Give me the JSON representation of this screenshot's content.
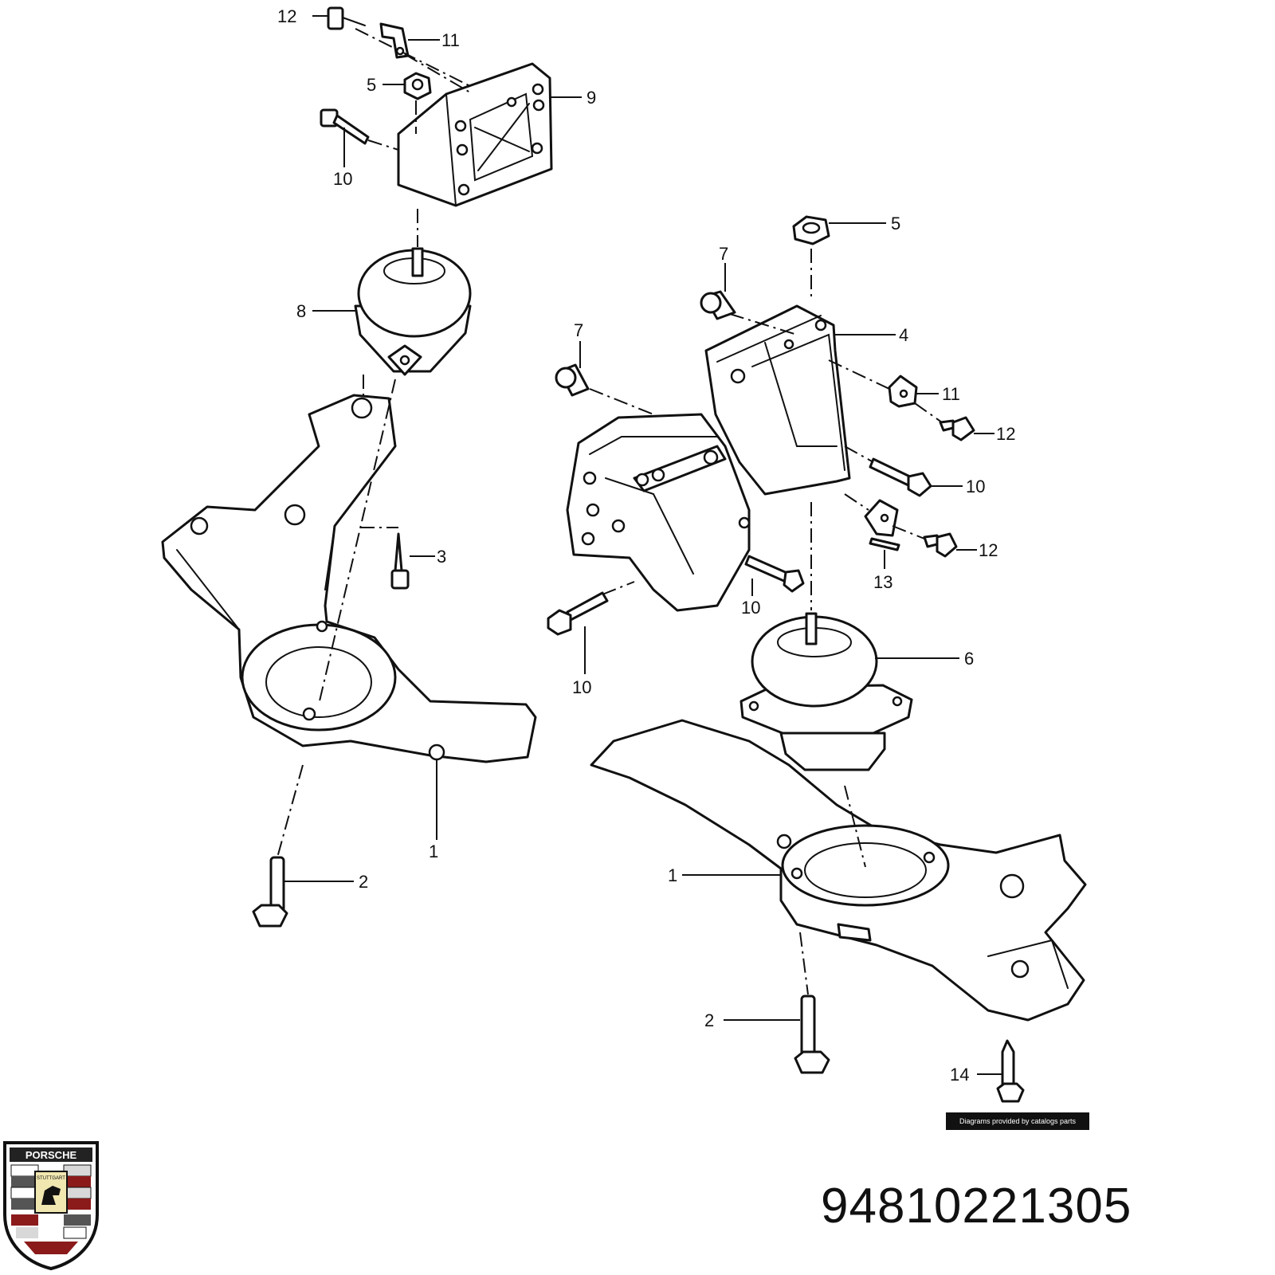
{
  "brand": {
    "logo_text": "PORSCHE",
    "logo_subtext": "STUTTGART"
  },
  "part_number": "94810221305",
  "credit": "Diagrams provided by catalogs parts",
  "callouts": {
    "c12a": "12",
    "c11a": "11",
    "c5a": "5",
    "c9": "9",
    "c10a": "10",
    "c8": "8",
    "c3": "3",
    "c1a": "1",
    "c2a": "2",
    "c5b": "5",
    "c7a": "7",
    "c7b": "7",
    "c4": "4",
    "c11b": "11",
    "c12b": "12",
    "c10b": "10",
    "c12c": "12",
    "c13": "13",
    "c10c": "10",
    "c10d": "10",
    "c6": "6",
    "c1b": "1",
    "c2b": "2",
    "c14": "14"
  }
}
